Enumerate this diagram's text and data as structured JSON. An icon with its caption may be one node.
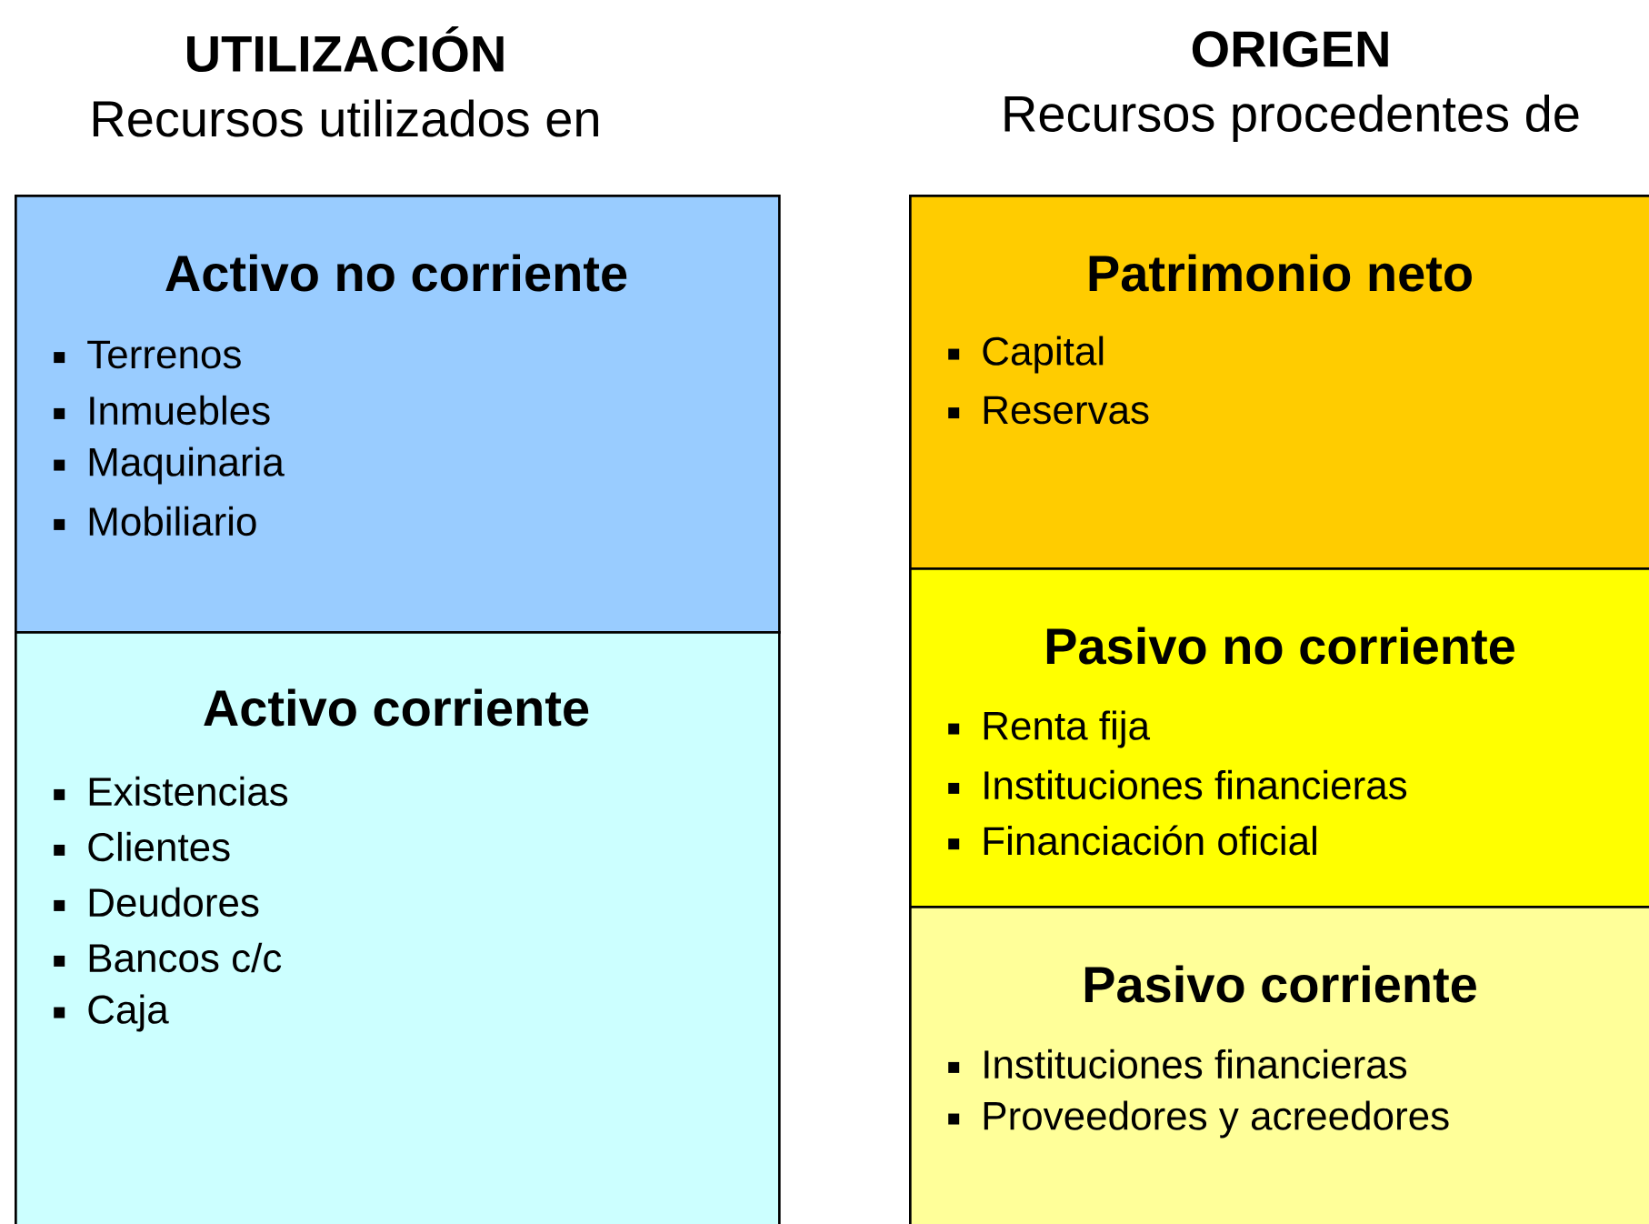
{
  "diagram": {
    "nodes": [
      {
        "text": [
          "Activo no corriente",
          "Terrenos",
          "Inmuebles",
          "Maquinaria",
          "Mobiliario"
        ]
      },
      {
        "text": [
          "Activo corriente",
          "Existencias",
          "Clientes",
          "Deudores",
          "Bancos c/c",
          "Caja"
        ]
      },
      {
        "text": [
          "Patrimonio neto",
          "Capital",
          "Reservas"
        ]
      },
      {
        "text": [
          "Pasivo no corriente",
          "Renta fija",
          "Instituciones financieras",
          "Financiación oficial"
        ]
      },
      {
        "text": [
          "Pasivo corriente",
          "Instituciones financieras",
          "Proveedores y acreedores"
        ]
      }
    ],
    "edges": [],
    "labels": [
      "UTILIZACIÓN",
      "Recursos utilizados en",
      "ORIGEN",
      "Recursos procedentes de"
    ]
  }
}
